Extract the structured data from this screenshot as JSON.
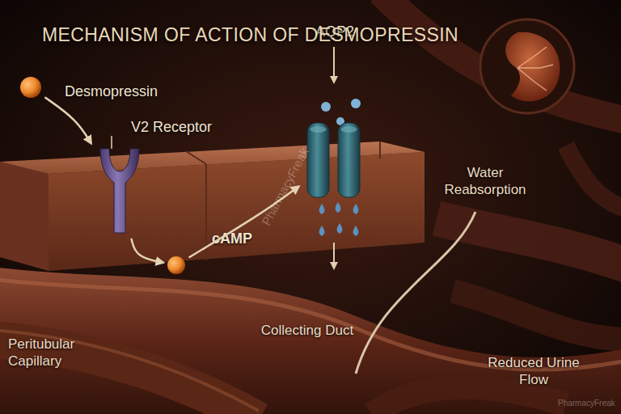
{
  "diagram": {
    "title": "MECHANISM OF ACTION OF DESMOPRESSIN",
    "nodes": [
      {
        "text": [
          "Desmopressin"
        ]
      },
      {
        "text": [
          "V2 Receptor"
        ]
      },
      {
        "text": [
          "cAMP"
        ]
      },
      {
        "text": [
          "AQP2"
        ]
      }
    ],
    "edges": [
      {
        "from": 0,
        "to": 1,
        "arrow": "to"
      },
      {
        "from": 1,
        "to": 2,
        "arrow": "to"
      },
      {
        "from": 2,
        "to": 3,
        "arrow": "to"
      }
    ],
    "labels": [
      "Water Reabsorption",
      "Peritubular Capillary",
      "Collecting Duct",
      "Reduced Urine Flow",
      "PharmacyFreak",
      "PharmacyFreak"
    ]
  }
}
